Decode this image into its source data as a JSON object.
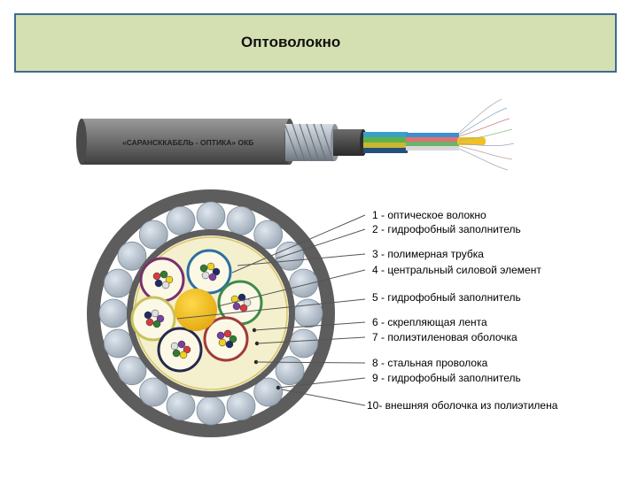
{
  "title": "Оптоволокно",
  "cable": {
    "brand_text": "«САРАНСККАБЕЛЬ - ОПТИКА» ОКБ"
  },
  "labels": [
    "1 - оптическое волокно",
    "2 - гидрофобный заполнитель",
    "3 - полимерная трубка",
    "4 - центральный силовой элемент",
    "5 - гидрофобный заполнитель",
    "6 - скрепляющая лента",
    "7 - полиэтиленовая оболочка",
    "8 - стальная проволока",
    "9 - гидрофобный заполнитель",
    "10- внешняя оболочка из полиэтилена"
  ],
  "colors": {
    "title_bg": "#d5e0b2",
    "title_border": "#3d6a92",
    "outer_sheath": "#5d5d5d",
    "steel_wire": "#aab6c2",
    "filler": "#f4f0cd",
    "central_member": "#f2c020",
    "tube_colors": [
      "#7a2f6d",
      "#2b6fa0",
      "#3f8a4a",
      "#c9c25b",
      "#25294d",
      "#a13a3a"
    ]
  }
}
